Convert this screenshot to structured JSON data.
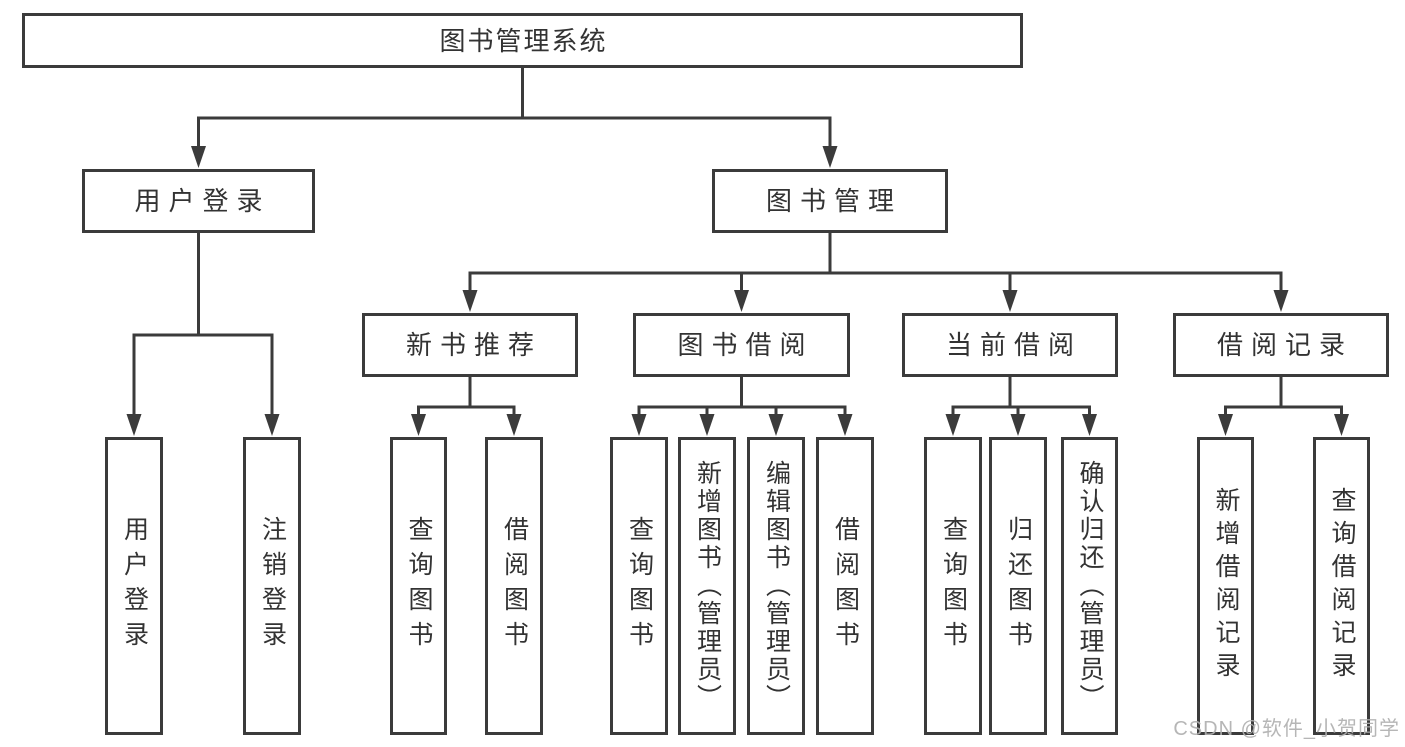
{
  "diagram": {
    "root": {
      "label": "图书管理系统"
    },
    "user_login": {
      "label": "用户登录",
      "children": [
        {
          "label": "用户登录"
        },
        {
          "label": "注销登录"
        }
      ]
    },
    "book_management": {
      "label": "图书管理",
      "sections": [
        {
          "label": "新书推荐",
          "children": [
            {
              "label": "查询图书"
            },
            {
              "label": "借阅图书"
            }
          ]
        },
        {
          "label": "图书借阅",
          "children": [
            {
              "label": "查询图书"
            },
            {
              "label": "新增图书（管理员）"
            },
            {
              "label": "编辑图书（管理员）"
            },
            {
              "label": "借阅图书"
            }
          ]
        },
        {
          "label": "当前借阅",
          "children": [
            {
              "label": "查询图书"
            },
            {
              "label": "归还图书"
            },
            {
              "label": "确认归还（管理员）"
            }
          ]
        },
        {
          "label": "借阅记录",
          "children": [
            {
              "label": "新增借阅记录"
            },
            {
              "label": "查询借阅记录"
            }
          ]
        }
      ]
    }
  },
  "watermark": "CSDN @软件_小贺同学",
  "colors": {
    "line": "#3b3b3b",
    "text": "#333333",
    "watermark": "#b0b0b0",
    "background": "#ffffff"
  }
}
